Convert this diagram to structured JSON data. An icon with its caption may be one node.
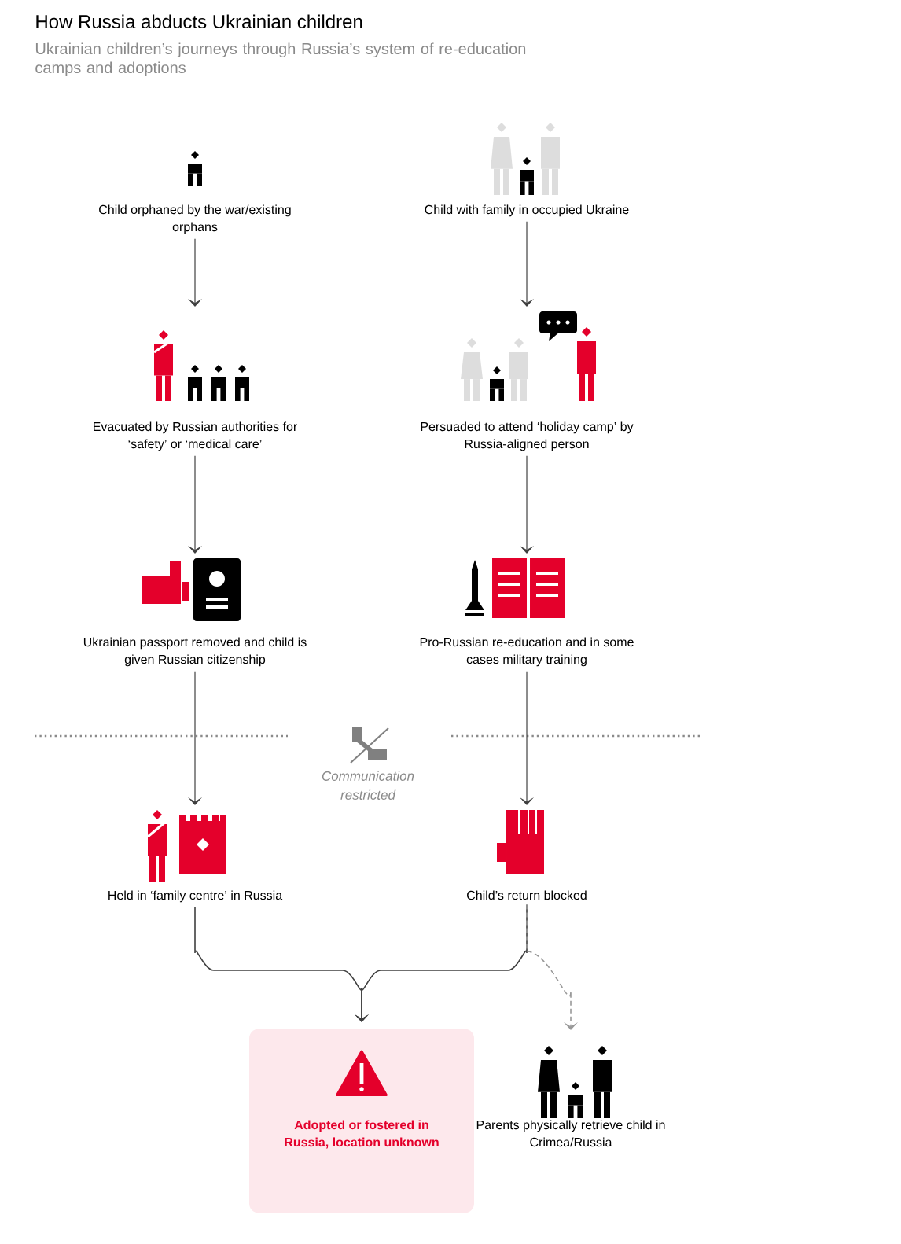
{
  "diagram": {
    "title": "How Russia abducts Ukrainian children",
    "nodes": [
      {
        "text": [
          "Child orphaned by the war/existing orphans"
        ]
      },
      {
        "text": [
          "Child with family in occupied Ukraine"
        ]
      },
      {
        "text": [
          "Evacuated by Russian authorities for ‘safety’ or ‘medical care’"
        ]
      },
      {
        "text": [
          "Persuaded to attend ‘holiday camp’ by Russia-aligned person"
        ]
      },
      {
        "text": [
          "Ukrainian passport removed and child is given Russian citizenship"
        ]
      },
      {
        "text": [
          "Pro-Russian re-education and in some cases military training"
        ]
      },
      {
        "text": [
          "Held in ‘family centre’ in Russia"
        ]
      },
      {
        "text": [
          "Child’s return blocked"
        ]
      },
      {
        "text": [
          "Adopted or fostered in Russia, location unknown"
        ]
      },
      {
        "text": [
          "Parents physically retrieve child in Crimea/Russia"
        ]
      }
    ],
    "edges": [
      {
        "from": 0,
        "to": 2,
        "arrow": "to"
      },
      {
        "from": 1,
        "to": 3,
        "arrow": "to"
      },
      {
        "from": 2,
        "to": 4,
        "arrow": "to"
      },
      {
        "from": 3,
        "to": 5,
        "arrow": "to"
      },
      {
        "from": 4,
        "to": 6,
        "arrow": "to"
      },
      {
        "from": 5,
        "to": 7,
        "arrow": "to"
      },
      {
        "from": 6,
        "to": 8,
        "arrow": "to"
      },
      {
        "from": 7,
        "to": 8,
        "arrow": "to"
      },
      {
        "from": 7,
        "to": 9,
        "arrow": "to",
        "style": "dashed",
        "color": "#999999"
      }
    ],
    "labels": [
      "Ukrainian children’s journeys through Russia’s system of re-education camps and adoptions",
      "Communication restricted"
    ]
  }
}
